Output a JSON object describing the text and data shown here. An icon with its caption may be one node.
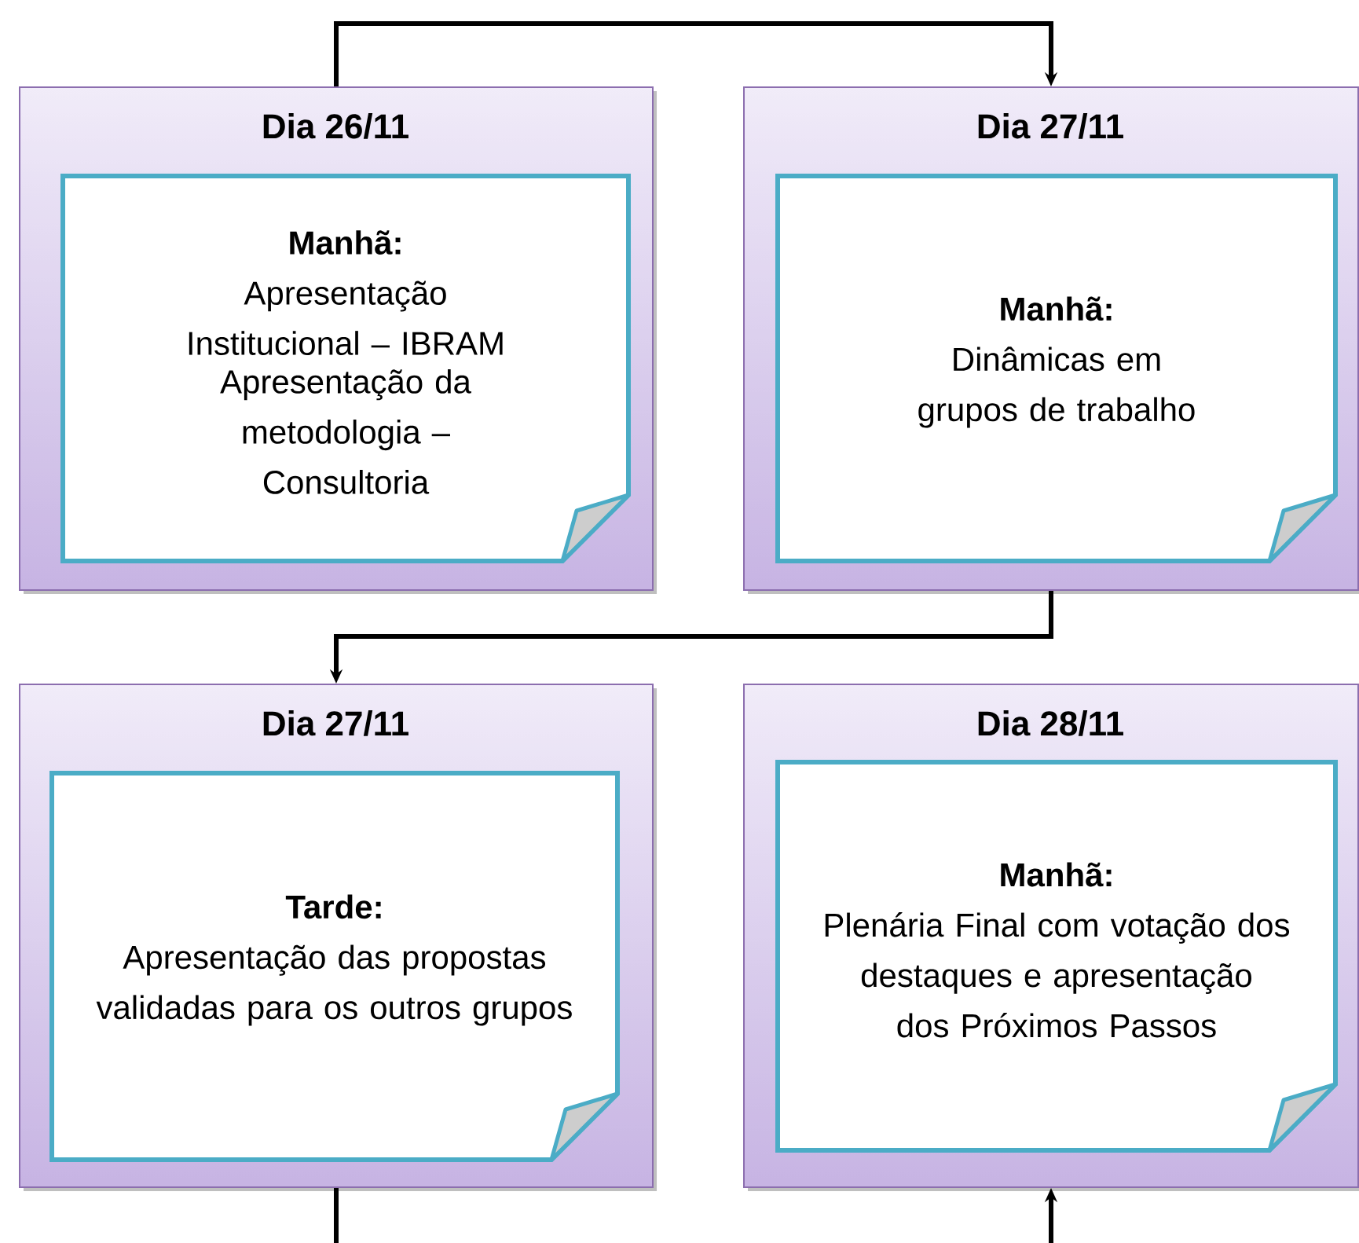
{
  "diagram": {
    "nodes": [
      {
        "text": [
          "Dia 26/11"
        ]
      },
      {
        "text": [
          "Manhã:",
          "Apresentação Institucional – IBRAM",
          "Apresentação da metodologia – Consultoria"
        ],
        "in": 0
      },
      {
        "text": [
          "Dia 27/11"
        ]
      },
      {
        "text": [
          "Manhã:",
          "Dinâmicas em grupos de trabalho"
        ],
        "in": 2
      },
      {
        "text": [
          "Dia 27/11"
        ]
      },
      {
        "text": [
          "Tarde:",
          "Apresentação das propostas validadas para os outros grupos"
        ],
        "in": 4
      },
      {
        "text": [
          "Dia 28/11"
        ]
      },
      {
        "text": [
          "Manhã:",
          "Plenária Final com votação dos destaques e apresentação dos Próximos Passos"
        ],
        "in": 6
      }
    ],
    "edges": [
      {
        "from": 0,
        "to": 2,
        "arrow": "to"
      },
      {
        "from": 2,
        "to": 4,
        "arrow": "to"
      },
      {
        "from": 4,
        "to": 6,
        "arrow": "to"
      }
    ]
  }
}
